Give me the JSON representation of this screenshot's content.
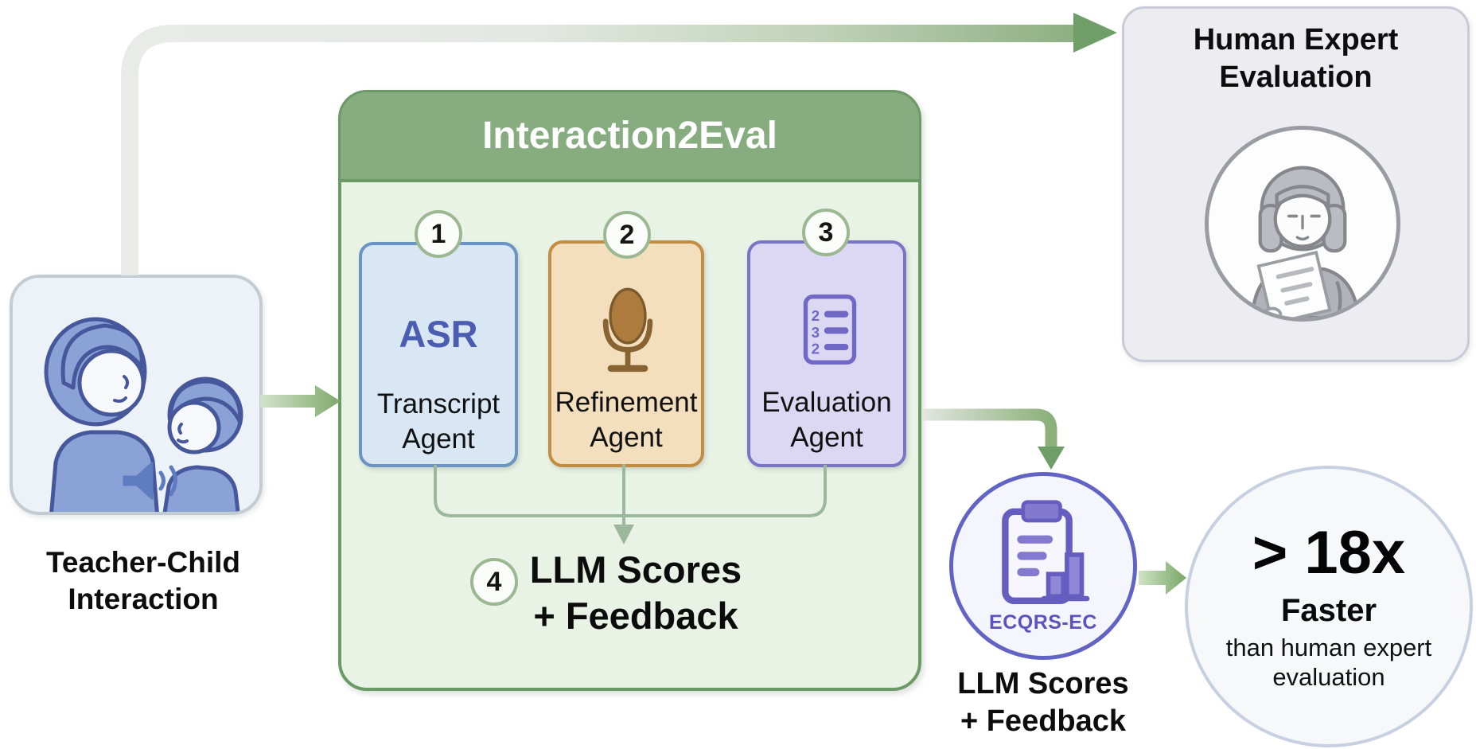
{
  "pipeline": {
    "title": "Interaction2Eval",
    "output_step": {
      "number": "4",
      "line1": "LLM Scores",
      "line2": "+ Feedback"
    }
  },
  "source": {
    "label_line1": "Teacher-Child",
    "label_line2": "Interaction"
  },
  "agents": [
    {
      "number": "1",
      "headline": "ASR",
      "label_line1": "Transcript",
      "label_line2": "Agent"
    },
    {
      "number": "2",
      "label_line1": "Refinement",
      "label_line2": "Agent"
    },
    {
      "number": "3",
      "label_line1": "Evaluation",
      "label_line2": "Agent"
    }
  ],
  "human_expert": {
    "title_line1": "Human Expert",
    "title_line2": "Evaluation"
  },
  "llm_result": {
    "badge": "ECQRS-EC",
    "label_line1": "LLM Scores",
    "label_line2": "+ Feedback"
  },
  "speed": {
    "headline": "> 18x",
    "emphasis": "Faster",
    "detail_line1": "than human expert",
    "detail_line2": "evaluation"
  },
  "icons": {
    "teacher_child": "teacher-child-illustration",
    "speaker": "speaker-waves-icon",
    "microphone": "microphone-icon",
    "checklist": "numbered-checklist-icon",
    "checklist_rows": [
      "2",
      "3",
      "2"
    ],
    "clipboard": "clipboard-bar-chart-icon",
    "human_reader": "person-reading-illustration"
  },
  "colors": {
    "pipeline_green": "#86ac80",
    "pipeline_border": "#6c9a67",
    "pipeline_bg": "#e9f3e5",
    "asr_blue": "#4a5db1",
    "asr_card": "#d9e7f5",
    "refine_card": "#f3dfbd",
    "eval_card": "#dcd8f3",
    "ecqrs_purple": "#6164c4",
    "arrow_green": "#6f9e68",
    "arrow_gray": "#e9ebe9",
    "connector_green": "#9cb89c"
  }
}
